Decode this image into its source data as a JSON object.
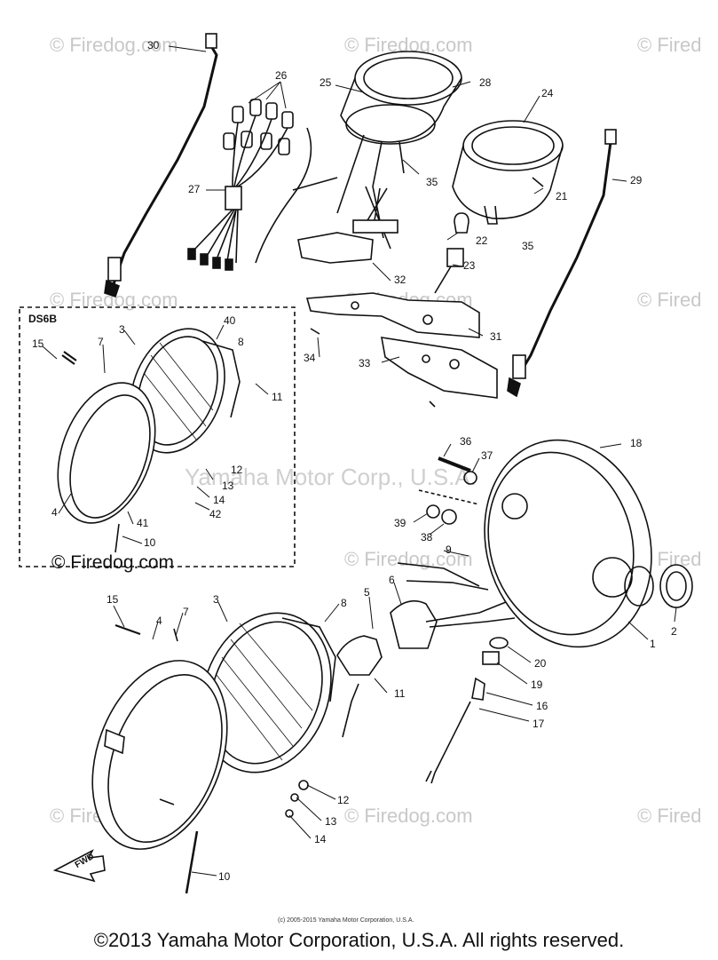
{
  "watermarks": {
    "site_short": "© Firedog.com",
    "site_cut": "© Fired",
    "site_cut2": "© Firedo",
    "center_owner": "Yamaha Motor Corp., U.S.A."
  },
  "inset": {
    "model_label": "DS6B",
    "brand": "© Firedog.com"
  },
  "copyright_small": "(c) 2005-2015 Yamaha Motor Corporation, U.S.A.",
  "footer": "©2013 Yamaha Motor Corporation, U.S.A. All rights reserved.",
  "direction_label": "FWD",
  "callouts": [
    "30",
    "26",
    "25",
    "28",
    "24",
    "27",
    "35",
    "21",
    "29",
    "22",
    "35",
    "23",
    "32",
    "31",
    "33",
    "34",
    "40",
    "3",
    "7",
    "8",
    "15",
    "11",
    "12",
    "13",
    "14",
    "42",
    "4",
    "41",
    "10",
    "36",
    "37",
    "18",
    "39",
    "38",
    "9",
    "5",
    "6",
    "2",
    "1",
    "20",
    "19",
    "16",
    "17",
    "15",
    "7",
    "4",
    "3",
    "8",
    "11",
    "12",
    "13",
    "14",
    "10"
  ],
  "colors": {
    "line": "#111111",
    "watermark": "#c8c8c8",
    "background": "#ffffff"
  }
}
